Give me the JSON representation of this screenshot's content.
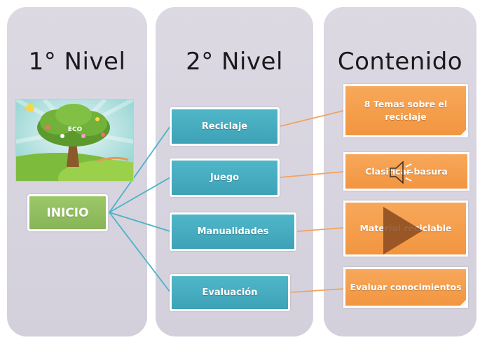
{
  "columns": {
    "level1_title": "1° Nivel",
    "level2_title": "2° Nivel",
    "content_title": "Contenido"
  },
  "start": {
    "label": "INICIO"
  },
  "thumbnail": {
    "label": "ECO"
  },
  "level2_items": [
    {
      "label": "Reciclaje"
    },
    {
      "label": "Juego"
    },
    {
      "label": "Manualidades"
    },
    {
      "label": "Evaluación"
    }
  ],
  "content_items": [
    {
      "label": "8 Temas sobre el reciclaje"
    },
    {
      "label": "Clasificar basura",
      "icon": "speaker-icon"
    },
    {
      "label": "Material reciclable",
      "icon": "play-icon"
    },
    {
      "label": "Evaluar conocimientos"
    }
  ],
  "colors": {
    "column_bg": "#d7d4df",
    "level2_box": "#46acc0",
    "start_box": "#92bf60",
    "content_box": "#f49d4a",
    "teal_connector": "#4bb3c7",
    "orange_connector": "#f2a35e"
  }
}
